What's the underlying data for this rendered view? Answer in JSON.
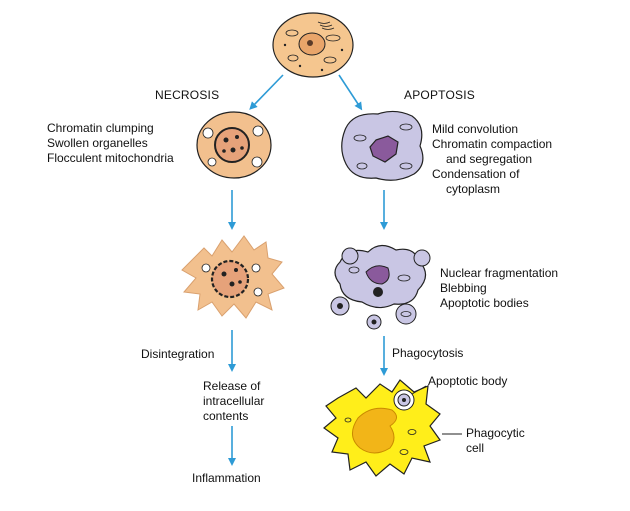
{
  "headings": {
    "necrosis": "NECROSIS",
    "apoptosis": "APOPTOSIS"
  },
  "necrosis": {
    "stage1": [
      "Chromatin clumping",
      "Swollen organelles",
      "Flocculent mitochondria"
    ],
    "disintegration": "Disintegration",
    "release": [
      "Release of",
      "intracellular",
      "contents"
    ],
    "inflammation": "Inflammation"
  },
  "apoptosis": {
    "stage1": [
      "Mild convolution",
      "Chromatin compaction",
      "and segregation",
      "Condensation of",
      "cytoplasm"
    ],
    "stage2": [
      "Nuclear fragmentation",
      "Blebbing",
      "Apoptotic bodies"
    ],
    "phagocytosis": "Phagocytosis",
    "apoptotic_body": "Apoptotic body",
    "phagocytic_cell": [
      "Phagocytic",
      "cell"
    ]
  },
  "colors": {
    "arrow": "#2e9bd6",
    "normal_cell": "#f5c68f",
    "necrotic_cell": "#f2c08e",
    "apoptotic_cell": "#c9c6e4",
    "nucleus_apoptotic": "#8a5a9c",
    "phagocyte": "#ffee1a",
    "phagocyte_nucleus": "#f2b518"
  }
}
